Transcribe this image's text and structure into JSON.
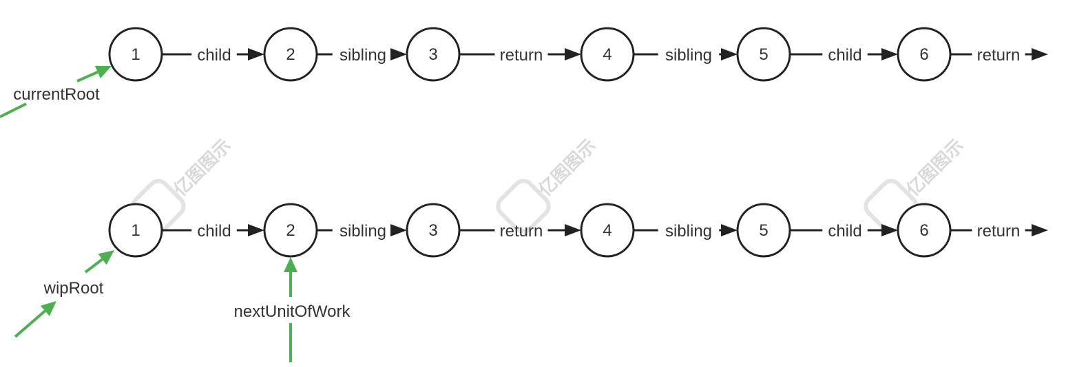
{
  "diagram": {
    "rows": [
      {
        "id": "current",
        "nodes": [
          "1",
          "2",
          "3",
          "4",
          "5",
          "6"
        ],
        "edges": [
          "child",
          "sibling",
          "return",
          "sibling",
          "child",
          "return"
        ],
        "pointers": [
          {
            "label": "currentRoot",
            "target": "1"
          }
        ]
      },
      {
        "id": "wip",
        "nodes": [
          "1",
          "2",
          "3",
          "4",
          "5",
          "6"
        ],
        "edges": [
          "child",
          "sibling",
          "return",
          "sibling",
          "child",
          "return"
        ],
        "pointers": [
          {
            "label": "wipRoot",
            "target": "1"
          },
          {
            "label": "nextUnitOfWork",
            "target": "2"
          }
        ]
      }
    ],
    "watermark": "亿图图示",
    "colors": {
      "node_stroke": "#222222",
      "pointer": "#4caf50",
      "text": "#333333"
    }
  }
}
